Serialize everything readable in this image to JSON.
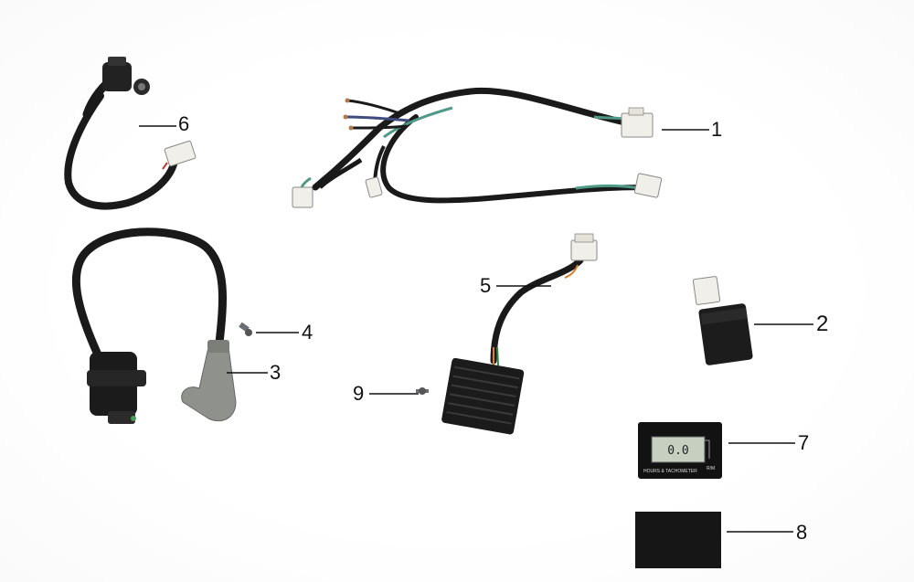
{
  "callouts": [
    {
      "id": "1",
      "label": "1"
    },
    {
      "id": "2",
      "label": "2"
    },
    {
      "id": "3",
      "label": "3"
    },
    {
      "id": "4",
      "label": "4"
    },
    {
      "id": "5",
      "label": "5"
    },
    {
      "id": "6",
      "label": "6"
    },
    {
      "id": "7",
      "label": "7"
    },
    {
      "id": "8",
      "label": "8"
    },
    {
      "id": "9",
      "label": "9"
    }
  ],
  "meter": {
    "display": "0.0",
    "brand_text": "HOURS & TACHOMETER",
    "unit_text": "R/M"
  },
  "colors": {
    "cable": "#1a1a1a",
    "wire_green": "#4f9a86",
    "connector_white": "#f1efe9",
    "ignition_coil_grey": "#8f918c",
    "regulator_black": "#1b1b1b",
    "pad_black": "#161616"
  }
}
